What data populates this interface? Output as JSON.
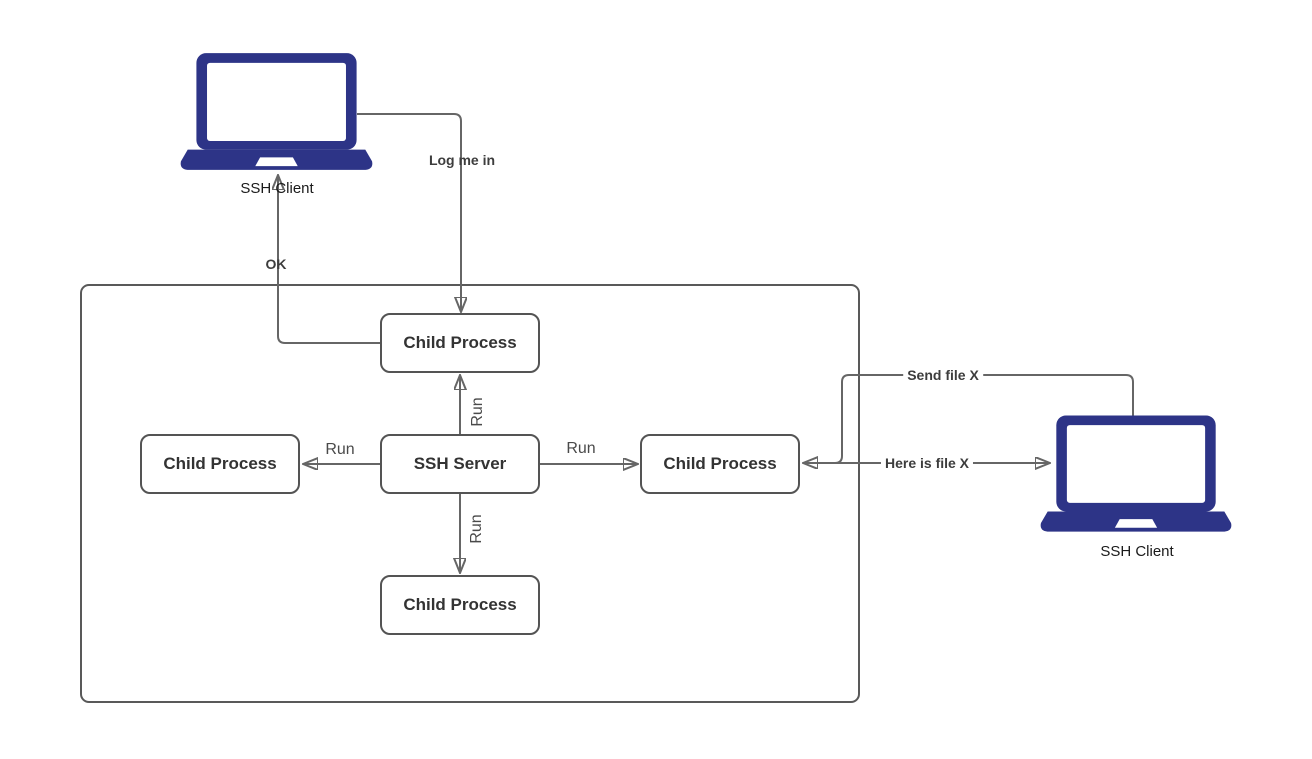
{
  "colors": {
    "laptop": "#2d3487",
    "line": "#666666",
    "box_border": "#545454",
    "box_text": "#333333",
    "label_text": "#3d3d3d",
    "background": "#ffffff"
  },
  "actors": {
    "left_laptop": {
      "label": "SSH Client",
      "icon": "laptop-icon"
    },
    "right_laptop": {
      "label": "SSH Client",
      "icon": "laptop-icon"
    }
  },
  "nodes": {
    "child_top": {
      "label": "Child Process"
    },
    "child_left": {
      "label": "Child Process"
    },
    "ssh_server": {
      "label": "SSH Server"
    },
    "child_right": {
      "label": "Child Process"
    },
    "child_bottom": {
      "label": "Child Process"
    }
  },
  "edges": {
    "log_me_in": {
      "label": "Log me in",
      "from": "left_laptop",
      "to": "child_top"
    },
    "ok": {
      "label": "OK",
      "from": "child_top",
      "to": "left_laptop"
    },
    "run_up": {
      "label": "Run",
      "from": "ssh_server",
      "to": "child_top"
    },
    "run_left": {
      "label": "Run",
      "from": "ssh_server",
      "to": "child_left"
    },
    "run_right": {
      "label": "Run",
      "from": "ssh_server",
      "to": "child_right"
    },
    "run_down": {
      "label": "Run",
      "from": "ssh_server",
      "to": "child_bottom"
    },
    "send_file_x": {
      "label": "Send file X",
      "from": "right_laptop",
      "to": "child_right"
    },
    "here_is_file_x": {
      "label": "Here is file X",
      "from": "child_right",
      "to": "right_laptop"
    }
  }
}
